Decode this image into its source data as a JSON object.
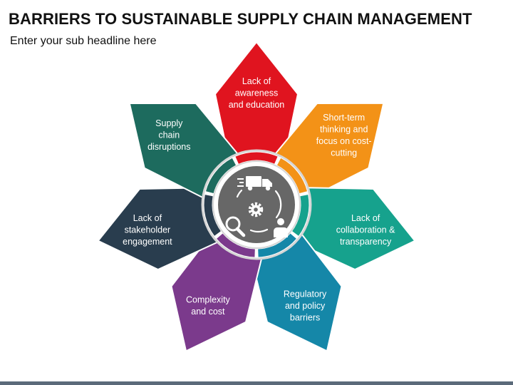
{
  "title": "BARRIERS TO SUSTAINABLE SUPPLY CHAIN MANAGEMENT",
  "subtitle": "Enter your sub headline here",
  "petals": [
    {
      "lines": [
        "Lack of",
        "awareness",
        "and education"
      ],
      "color": "#e0141f"
    },
    {
      "lines": [
        "Short-term",
        "thinking and",
        "focus on cost-",
        "cutting"
      ],
      "color": "#f39217"
    },
    {
      "lines": [
        "Lack of",
        "collaboration &",
        "transparency"
      ],
      "color": "#16a28d"
    },
    {
      "lines": [
        "Regulatory",
        "and policy",
        "barriers"
      ],
      "color": "#1587a8"
    },
    {
      "lines": [
        "Complexity",
        "and cost"
      ],
      "color": "#7b3a8c"
    },
    {
      "lines": [
        "Lack of",
        "stakeholder",
        "engagement"
      ],
      "color": "#293d4e"
    },
    {
      "lines": [
        "Supply",
        "chain",
        "disruptions"
      ],
      "color": "#1d6b5e"
    }
  ],
  "center_icons": [
    "delivery-truck-icon",
    "gear-icon",
    "magnifier-icon",
    "person-icon"
  ],
  "colors": {
    "center_fill": "#676767",
    "ring": "#d9d9d9",
    "bottom_bar": "#5b6a7a"
  }
}
